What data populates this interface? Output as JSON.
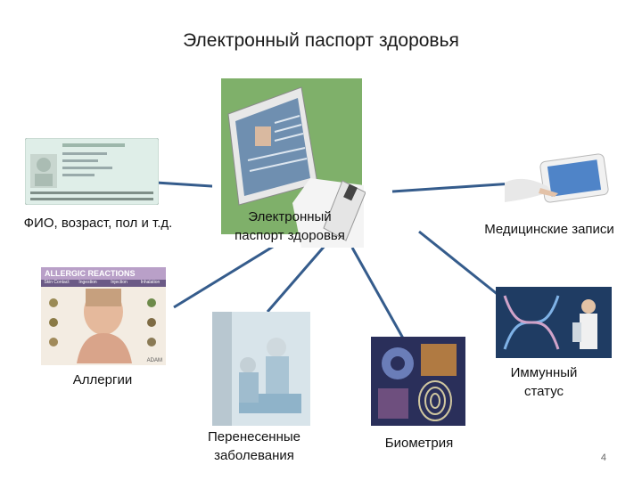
{
  "title": "Электронный паспорт здоровья",
  "center": {
    "label_line1": "Электронный",
    "label_line2": "паспорт здоровья"
  },
  "nodes": {
    "personal": "ФИО, возраст, пол и т.д.",
    "records": "Медицинские записи",
    "allergy": "Аллергии",
    "immune_line1": "Иммунный",
    "immune_line2": "статус",
    "diseases_line1": "Перенесенные",
    "diseases_line2": "заболевания",
    "biometry": "Биометрия"
  },
  "allergy_chart": {
    "heading": "ALLERGIC REACTIONS",
    "tabs": [
      "Skin Contact",
      "Ingestion",
      "Injection",
      "Inhalation"
    ],
    "brand": "ADAM"
  },
  "page_number": "4",
  "colors": {
    "connector": "#355c8c",
    "usb_stick": "#e5e5e5",
    "screen": "#6f8fb0",
    "allergy_header": "#b9a0c8"
  }
}
